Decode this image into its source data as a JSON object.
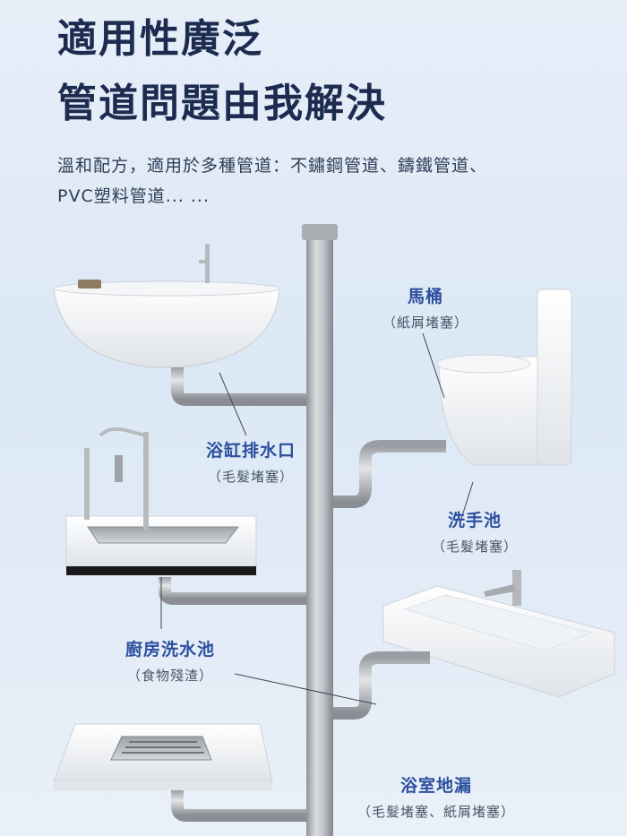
{
  "header": {
    "title_line1": "適用性廣泛",
    "title_line2": "管道問題由我解決",
    "subtitle": "溫和配方，適用於多種管道：不鏽鋼管道、鑄鐵管道、PVC塑料管道... ..."
  },
  "fixtures": {
    "toilet": {
      "name": "馬桶",
      "detail": "（紙屑堵塞）"
    },
    "bathtub_drain": {
      "name": "浴缸排水口",
      "detail": "（毛髮堵塞）"
    },
    "washbasin": {
      "name": "洗手池",
      "detail": "（毛髮堵塞）"
    },
    "kitchen_sink": {
      "name": "廚房洗水池",
      "detail": "（食物殘渣）"
    },
    "floor_drain": {
      "name": "浴室地漏",
      "detail": "（毛髮堵塞、紙屑堵塞）"
    }
  },
  "colors": {
    "title": "#1c2b4f",
    "label": "#2c4f9e",
    "pipe": "#c4c7cc"
  }
}
